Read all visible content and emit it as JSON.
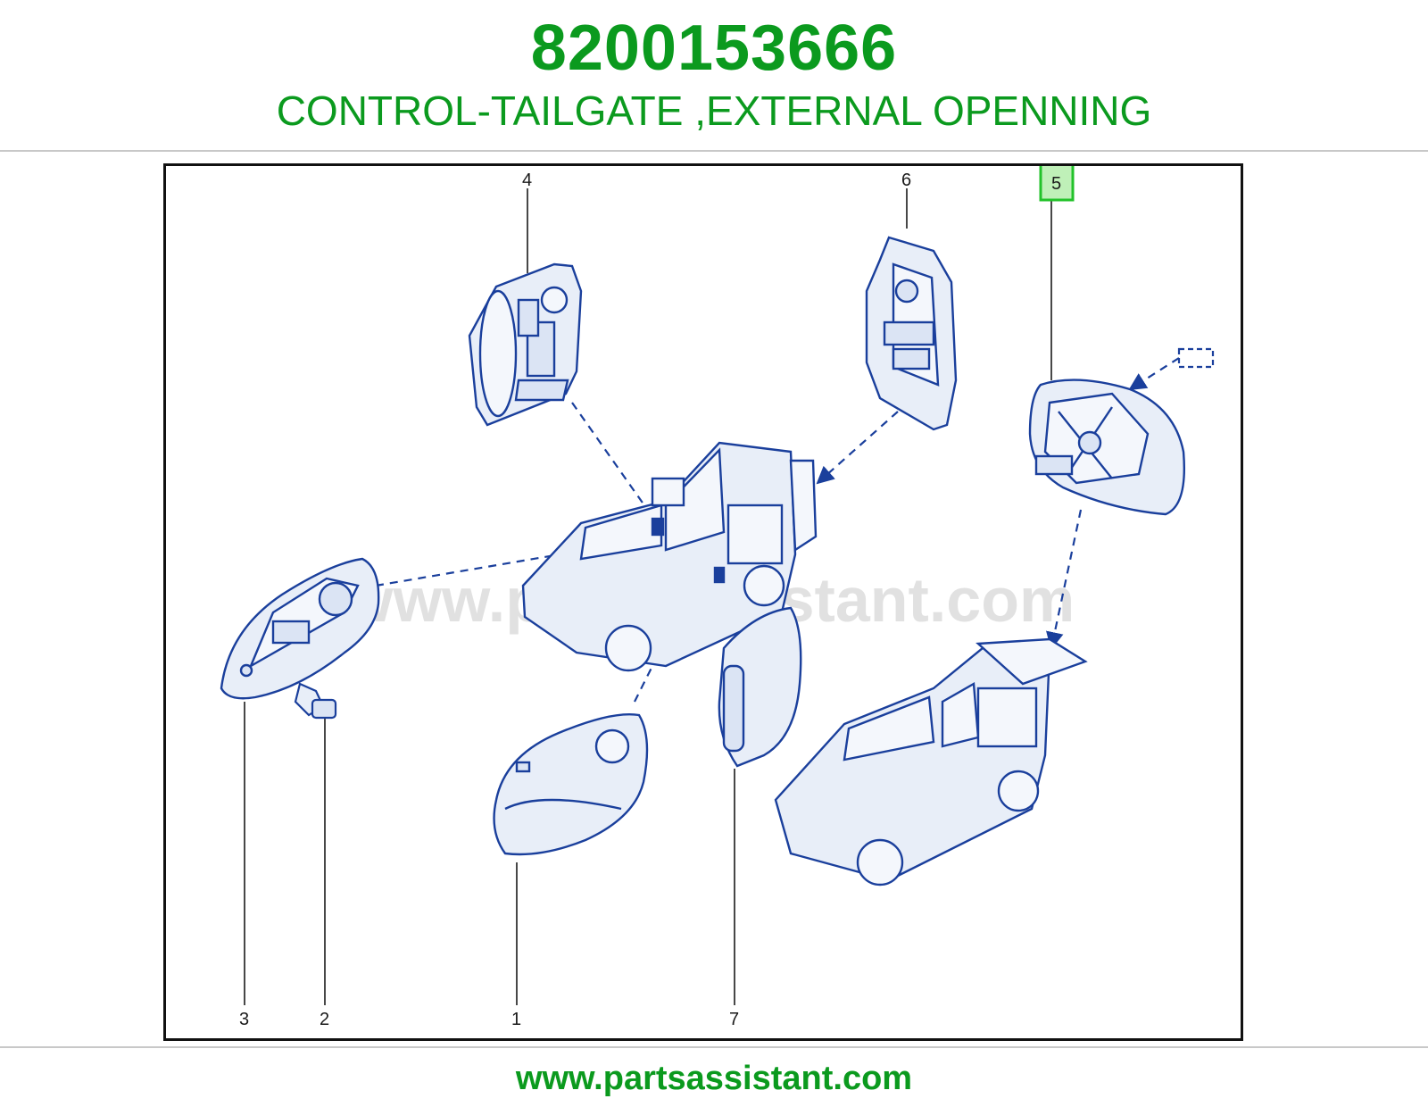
{
  "header": {
    "part_number": "8200153666",
    "description": "CONTROL-TAILGATE ,EXTERNAL OPENNING"
  },
  "diagram": {
    "watermark": "www.partsassistant.com",
    "callouts": [
      "4",
      "6",
      "5",
      "3",
      "2",
      "1",
      "7"
    ],
    "highlighted_callout": "5",
    "highlight_color": "#22c22a",
    "line_color": "#1a3f9c",
    "fill_color": "#e8eef8"
  },
  "footer": {
    "url": "www.partsassistant.com"
  }
}
